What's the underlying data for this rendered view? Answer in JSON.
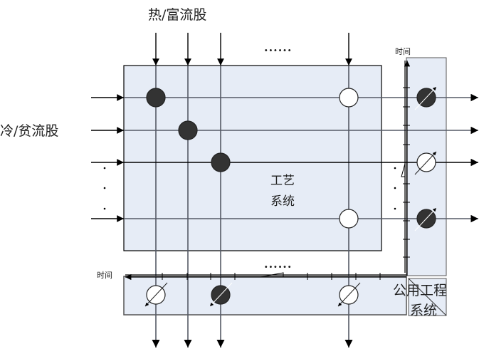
{
  "labels": {
    "hot_streams": "热/富流股",
    "cold_streams": "冷/贫流股",
    "process_system_line1": "工艺",
    "process_system_line2": "系统",
    "utility_system_line1": "公用工程",
    "utility_system_line2": "系统",
    "time_vertical": "时间",
    "time_horizontal": "时间",
    "ellipsis_top": "......",
    "ellipsis_bottom": "......"
  },
  "colors": {
    "box_fill": "#e6ecf6",
    "line": "#000000",
    "stream_line": "#555a66",
    "exchanger_filled": "#333333",
    "exchanger_empty": "#ffffff"
  },
  "hot_streams": [
    {
      "id": "h1"
    },
    {
      "id": "h2"
    },
    {
      "id": "h3"
    },
    {
      "id": "hn"
    }
  ],
  "cold_streams": [
    {
      "id": "c1"
    },
    {
      "id": "c2"
    },
    {
      "id": "c3"
    },
    {
      "id": "cn"
    }
  ],
  "process_exchangers": [
    {
      "hot": "h1",
      "cold": "c1",
      "state": "filled"
    },
    {
      "hot": "h2",
      "cold": "c2",
      "state": "filled"
    },
    {
      "hot": "h3",
      "cold": "c3",
      "state": "filled"
    },
    {
      "hot": "hn",
      "cold": "c1",
      "state": "empty"
    },
    {
      "hot": "hn",
      "cold": "cn",
      "state": "empty"
    }
  ],
  "cold_utility_exchangers": [
    {
      "stream": "c1",
      "state": "filled"
    },
    {
      "stream": "c3",
      "state": "empty"
    },
    {
      "stream": "cn",
      "state": "filled"
    }
  ],
  "hot_utility_exchangers": [
    {
      "stream": "h1",
      "state": "empty"
    },
    {
      "stream": "h3",
      "state": "filled"
    },
    {
      "stream": "hn",
      "state": "empty"
    }
  ]
}
